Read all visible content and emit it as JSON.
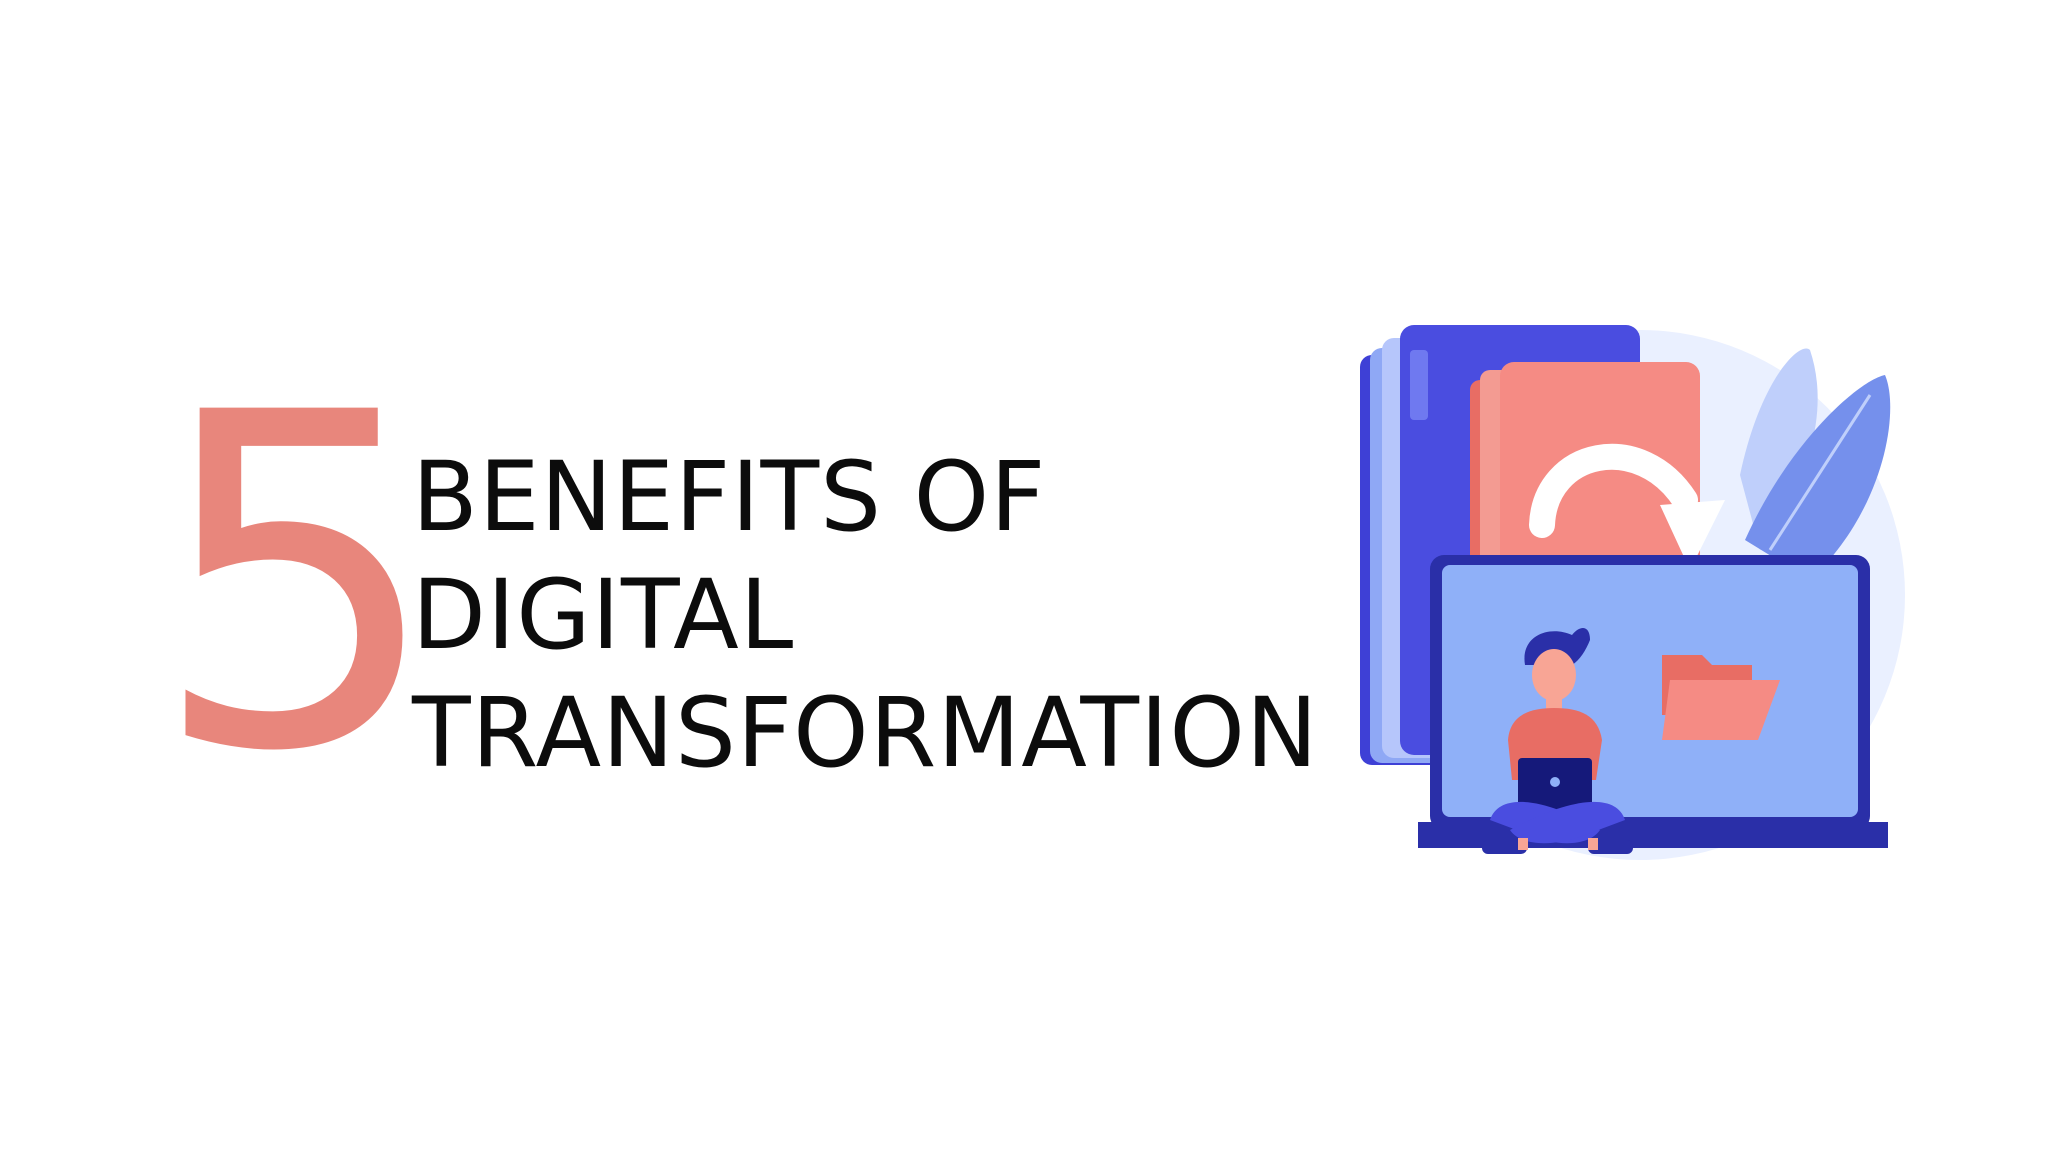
{
  "headline": {
    "number": "5",
    "lines": [
      "BENEFITS OF",
      "DIGITAL",
      "TRANSFORMATION"
    ]
  },
  "colors": {
    "accent_coral": "#e8867c",
    "text_dark": "#0c0c0c",
    "folder_blue_dark": "#4a4de0",
    "folder_blue_light": "#8fa8f5",
    "laptop_screen": "#8fb0f8",
    "laptop_frame": "#2a2fa8",
    "leaf_blue": "#6f86e8",
    "bg_circle": "#e9efff"
  },
  "illustration": {
    "icons": [
      "folders-icon",
      "refresh-arrow-icon",
      "leaf-icon",
      "laptop-icon",
      "folder-icon",
      "person-icon"
    ]
  }
}
